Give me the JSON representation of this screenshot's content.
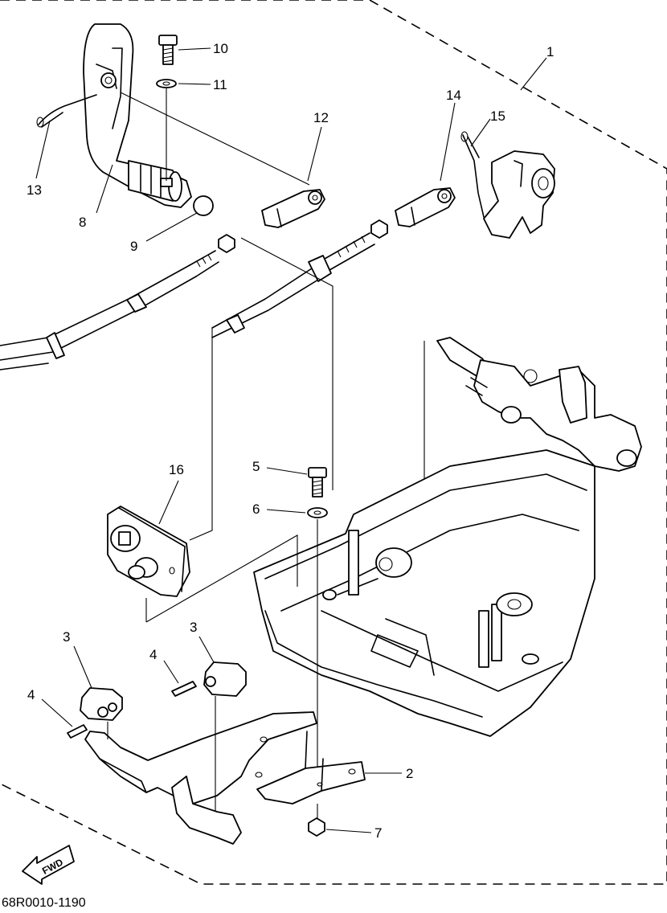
{
  "diagram": {
    "assembly_number": "1",
    "reference_code": "68R0010-1190",
    "direction_badge": "FWD",
    "callouts": [
      {
        "id": "c10",
        "label": "10"
      },
      {
        "id": "c11",
        "label": "11"
      },
      {
        "id": "c13",
        "label": "13"
      },
      {
        "id": "c12",
        "label": "12"
      },
      {
        "id": "c14",
        "label": "14"
      },
      {
        "id": "c15",
        "label": "15"
      },
      {
        "id": "c8",
        "label": "8"
      },
      {
        "id": "c9",
        "label": "9"
      },
      {
        "id": "c16",
        "label": "16"
      },
      {
        "id": "c5",
        "label": "5"
      },
      {
        "id": "c6",
        "label": "6"
      },
      {
        "id": "c3a",
        "label": "3"
      },
      {
        "id": "c3b",
        "label": "3"
      },
      {
        "id": "c4a",
        "label": "4"
      },
      {
        "id": "c4b",
        "label": "4"
      },
      {
        "id": "c2",
        "label": "2"
      },
      {
        "id": "c7",
        "label": "7"
      }
    ]
  }
}
